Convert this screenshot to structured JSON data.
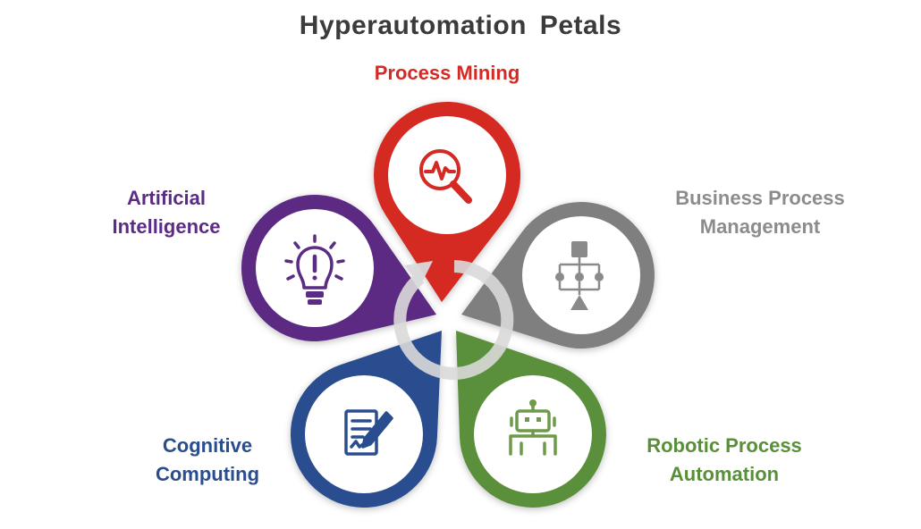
{
  "title": "Hyperautomation  Petals",
  "petals": [
    {
      "id": "process-mining",
      "lines": [
        "Process Mining"
      ],
      "color": "#d42a23",
      "icon": "magnifier-pulse-icon"
    },
    {
      "id": "business-process-management",
      "lines": [
        "Business Process",
        "Management"
      ],
      "color": "#7f7f7f",
      "icon": "process-flowchart-icon"
    },
    {
      "id": "robotic-process-automation",
      "lines": [
        "Robotic Process",
        "Automation"
      ],
      "color": "#5a8f3a",
      "icon": "robot-icon"
    },
    {
      "id": "cognitive-computing",
      "lines": [
        "Cognitive",
        "Computing"
      ],
      "color": "#2a4d8f",
      "icon": "document-pen-icon"
    },
    {
      "id": "artificial-intelligence",
      "lines": [
        "Artificial",
        "Intelligence"
      ],
      "color": "#5b2c83",
      "icon": "lightbulb-icon"
    }
  ],
  "center_icon": "cycle-arrow-icon"
}
